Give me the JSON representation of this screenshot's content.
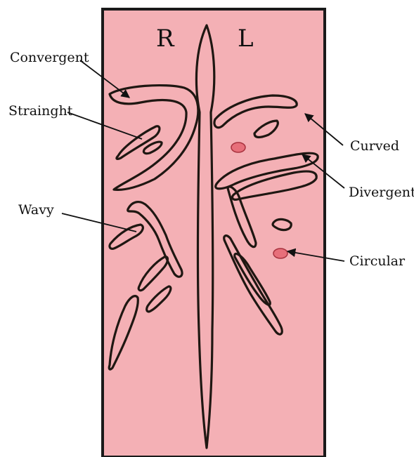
{
  "side_labels": {
    "right": "R",
    "left": "L"
  },
  "labels": {
    "convergent": "Convergent",
    "straight": "Strainght",
    "wavy": "Wavy",
    "curved": "Curved",
    "divergent": "Divergent",
    "circular": "Circular"
  },
  "colors": {
    "panel_fill": "#f4b0b5",
    "panel_border": "#1a1a1a",
    "groove_stroke": "#1f1712",
    "dot_fill": "#e76f7a"
  }
}
